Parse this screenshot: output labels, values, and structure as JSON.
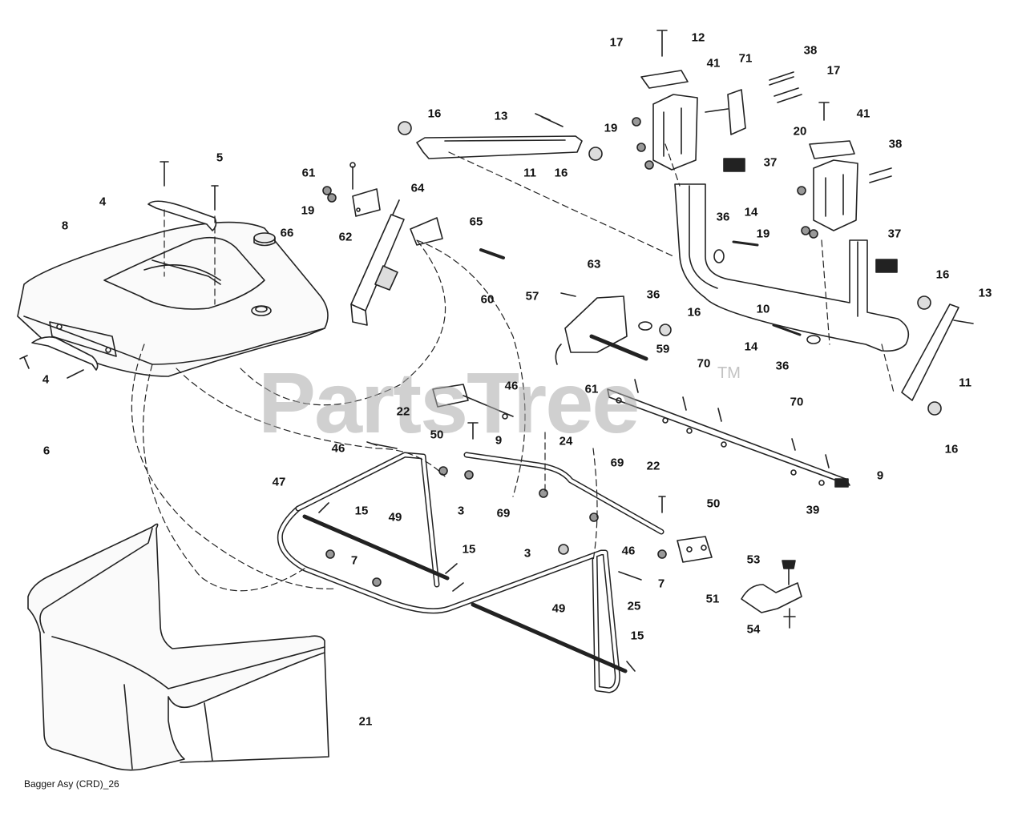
{
  "caption": "Bagger Asy (CRD)_26",
  "watermark": {
    "text": "PartsTree",
    "tm": "TM"
  },
  "part_labels": [
    "17",
    "12",
    "41",
    "71",
    "38",
    "17",
    "41",
    "20",
    "38",
    "13",
    "16",
    "19",
    "11",
    "16",
    "37",
    "5",
    "4",
    "61",
    "64",
    "19",
    "8",
    "66",
    "65",
    "62",
    "60",
    "63",
    "57",
    "36",
    "16",
    "59",
    "61",
    "14",
    "36",
    "19",
    "37",
    "10",
    "16",
    "13",
    "14",
    "36",
    "11",
    "16",
    "70",
    "70",
    "6",
    "4",
    "22",
    "46",
    "50",
    "9",
    "46",
    "24",
    "47",
    "15",
    "49",
    "3",
    "7",
    "69",
    "69",
    "39",
    "9",
    "22",
    "50",
    "3",
    "46",
    "7",
    "15",
    "49",
    "25",
    "53",
    "51",
    "54",
    "15",
    "21"
  ]
}
